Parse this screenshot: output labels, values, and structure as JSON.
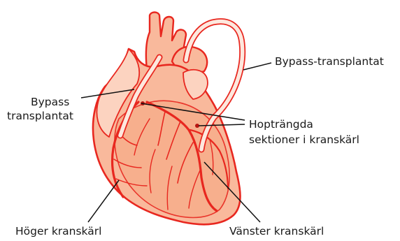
{
  "colors": {
    "heart_fill": "#f9b99c",
    "heart_fill_light": "#fcd3c0",
    "heart_outline": "#e8271f",
    "vessel": "#e8271f",
    "graft_fill": "#fde8de",
    "leader_line": "#111111",
    "text": "#1a1a1a"
  },
  "labels": {
    "bypass_top": "Bypass-transplantat",
    "bypass_left_line1": "Bypass",
    "bypass_left_line2": "transplantat",
    "narrowed_line1": "Hopträngda",
    "narrowed_line2": "sektioner i kranskärl",
    "right_coronary": "Höger kranskärl",
    "left_coronary": "Vänster kranskärl"
  },
  "icons": {
    "heart": "heart-anatomy-icon"
  }
}
